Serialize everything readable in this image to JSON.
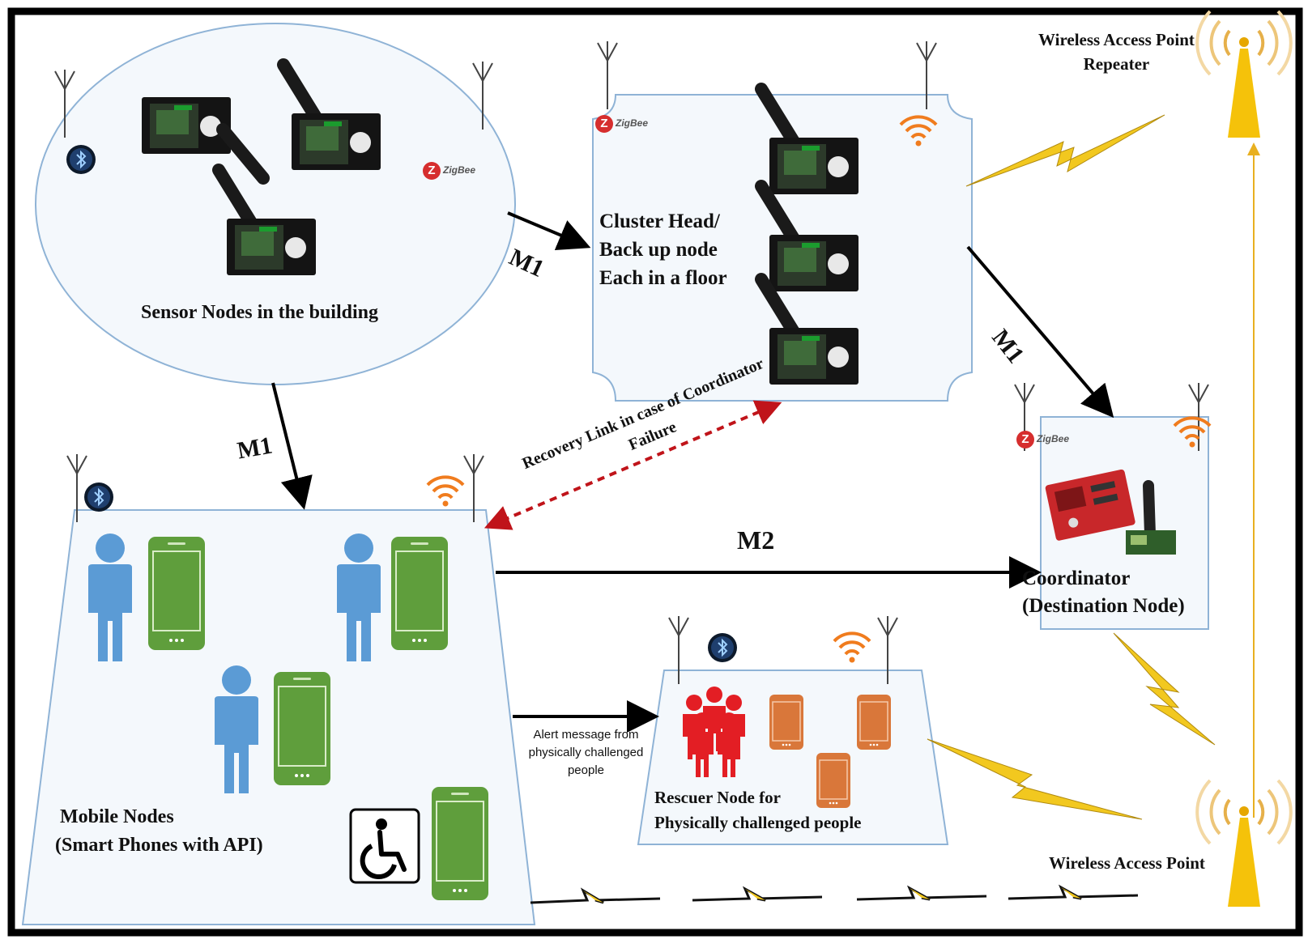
{
  "labels": {
    "sensor_nodes": "Sensor Nodes in the building",
    "cluster_head": [
      "Cluster Head/",
      "Back up node",
      "Each in a floor"
    ],
    "wap_repeater": [
      "Wireless Access Point",
      "Repeater"
    ],
    "wap": "Wireless Access Point",
    "coordinator": [
      "Coordinator",
      "(Destination Node)"
    ],
    "mobile_nodes": [
      "Mobile Nodes",
      "(Smart Phones with API)"
    ],
    "rescuer_node": [
      "Rescuer Node for",
      "Physically challenged people"
    ],
    "alert_message": [
      "Alert message from",
      "physically challenged",
      "people"
    ],
    "recovery_link": [
      "Recovery Link in case of Coordinator",
      "Failure"
    ],
    "zigbee": "ZigBee"
  },
  "edges": {
    "m1_sensor_to_cluster": "M1",
    "m1_sensor_to_mobile": "M1",
    "m1_cluster_to_coordinator": "M1",
    "m2_mobile_to_coordinator": "M2"
  },
  "colors": {
    "frame": "#000000",
    "node_fill": "#f4f8fc",
    "node_stroke": "#8fb3d6",
    "phone_green": "#5f9e3c",
    "person_blue": "#5b9bd5",
    "phone_orange": "#d9773a",
    "rescuer_red": "#e31e24",
    "wifi_orange": "#f07c1e",
    "lightning_yellow": "#f2c81f",
    "tower_yellow": "#f5c20a",
    "recovery_red": "#c0141a",
    "bluetooth_blue": "#1f5fa8"
  },
  "icons": [
    "antenna-icon",
    "bluetooth-icon",
    "wifi-icon",
    "zigbee-logo",
    "sensor-board-icon",
    "person-icon",
    "smartphone-icon",
    "wheelchair-icon",
    "people-group-icon",
    "access-point-tower-icon",
    "lightning-link-icon"
  ]
}
